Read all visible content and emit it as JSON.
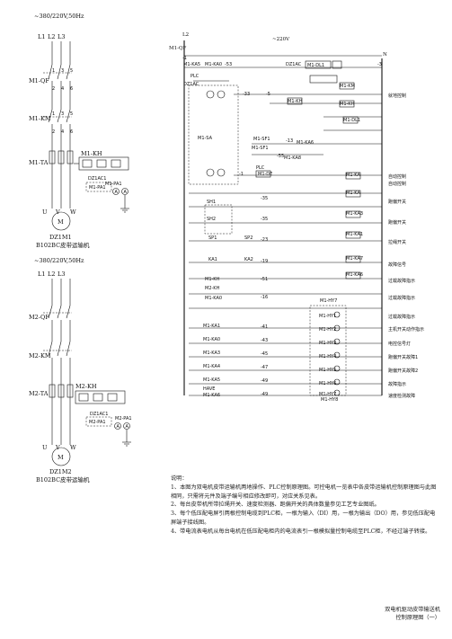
{
  "motor1": {
    "supply": "~380/220V,50Hz",
    "phases": [
      "L1",
      "L2",
      "L3"
    ],
    "breaker": "M1-QF",
    "contactor": "M1-KM",
    "relay": "M1-TA",
    "thermal": "M1-KH",
    "sensor": "DZ1AC1",
    "ammeter_a": "M1-PA1",
    "ammeter_b": "M1-PA1",
    "terminals": [
      "U",
      "V",
      "W"
    ],
    "motor_symbol": "M",
    "motor_tag": "DZ1M1",
    "caption": "B102BC皮带运输机",
    "pole_numbers": [
      "1",
      "3",
      "5",
      "2",
      "4",
      "6"
    ]
  },
  "motor2": {
    "supply": "~380/220V,50Hz",
    "phases": [
      "L1",
      "L2",
      "L3"
    ],
    "breaker": "M2-QF",
    "contactor": "M2-KM",
    "relay": "M2-TA",
    "thermal": "M2-KH",
    "sensor": "DZ1AC1",
    "meter": "M2-PA1",
    "meter2": "M2-PA1",
    "terminals": [
      "U",
      "V",
      "W"
    ],
    "motor_symbol": "M",
    "motor_tag": "DZ1M2",
    "caption": "B102BC皮带运输机"
  },
  "control": {
    "supply_label": "L2",
    "voltage": "~220V",
    "breaker": "M1-QF",
    "neutral": "N",
    "left_labels": [
      "M1-KA5",
      "M1-KA0",
      "PLC",
      "DZ1AC",
      "M1-SA",
      "M1-SF1",
      "PLC"
    ],
    "top_relays": [
      "DZ1AC",
      "M1-DL1"
    ],
    "coil_labels": [
      "M1-KM",
      "M1-KH",
      "M1-KH",
      "M1-DL1",
      "M1-KA",
      "M1-KA",
      "M1-KA3",
      "M1-KA1",
      "M1-KA7",
      "M1-KA6",
      "M1-HY7",
      "M1-HY1",
      "M1-HY2",
      "M1-HY3",
      "M1-HY4",
      "M1-HY5",
      "M1-HY6",
      "M1-HY7",
      "M1-HY8"
    ],
    "wire_numbers": [
      "-53",
      "-1",
      "-55",
      "-13",
      "-35",
      "-35",
      "-23",
      "-19",
      "-51",
      "-16",
      "-41",
      "-43",
      "-45",
      "-47",
      "-49",
      "-49",
      "-33",
      "-1",
      "-3",
      "-5"
    ],
    "switch_labels": [
      "SH1",
      "SH2",
      "SP1",
      "SP2",
      "KA1",
      "KA2",
      "M1-KH",
      "M2-KH",
      "M1-KA0",
      "M1-KA1",
      "M1-KA0",
      "M1-KA3",
      "M1-KA4",
      "M1-KA5",
      "HAVE",
      "M1-KA6",
      "M1-SF1",
      "M1-KA6",
      "M1-KA8",
      "M1-DE"
    ],
    "right_labels": [
      "就地控制",
      "自动控制",
      "自动控制",
      "跑偏开关",
      "跑偏开关",
      "拉绳开关",
      "故障信号",
      "过载故障指示",
      "过载故障指示",
      "过载故障指示",
      "主机开关动作指示",
      "电控信号灯",
      "跑偏开关故障1",
      "跑偏开关故障2",
      "故障指示",
      "速度检测故障"
    ]
  },
  "notes": {
    "title": "说明：",
    "items": [
      "1、本图为双电机皮带运输机两地操作、PLC控制原理图。可控电机一览表中各皮带运输机控制原理图与此图相同，只需将元件及端子编号相应修改即可，对应关系见表。",
      "2、每台皮带机所带拉绳开关、速度检测器、跑偏开关的具体数量参见工艺专业图纸。",
      "3、每个低压配电屏引两根控制电缆到PLC柜，一根为输入（DI）用，一根为输出（DO）用，参见低压配电屏端子接线图。",
      "4、带电流表电机从每台电机在低压配电柜内的电流表引一根模拟量控制电缆至PLC柜，不经过端子转接。"
    ]
  },
  "footer": {
    "line1": "双电机驱动皮带输送机",
    "line2": "控制原理图（一）"
  }
}
